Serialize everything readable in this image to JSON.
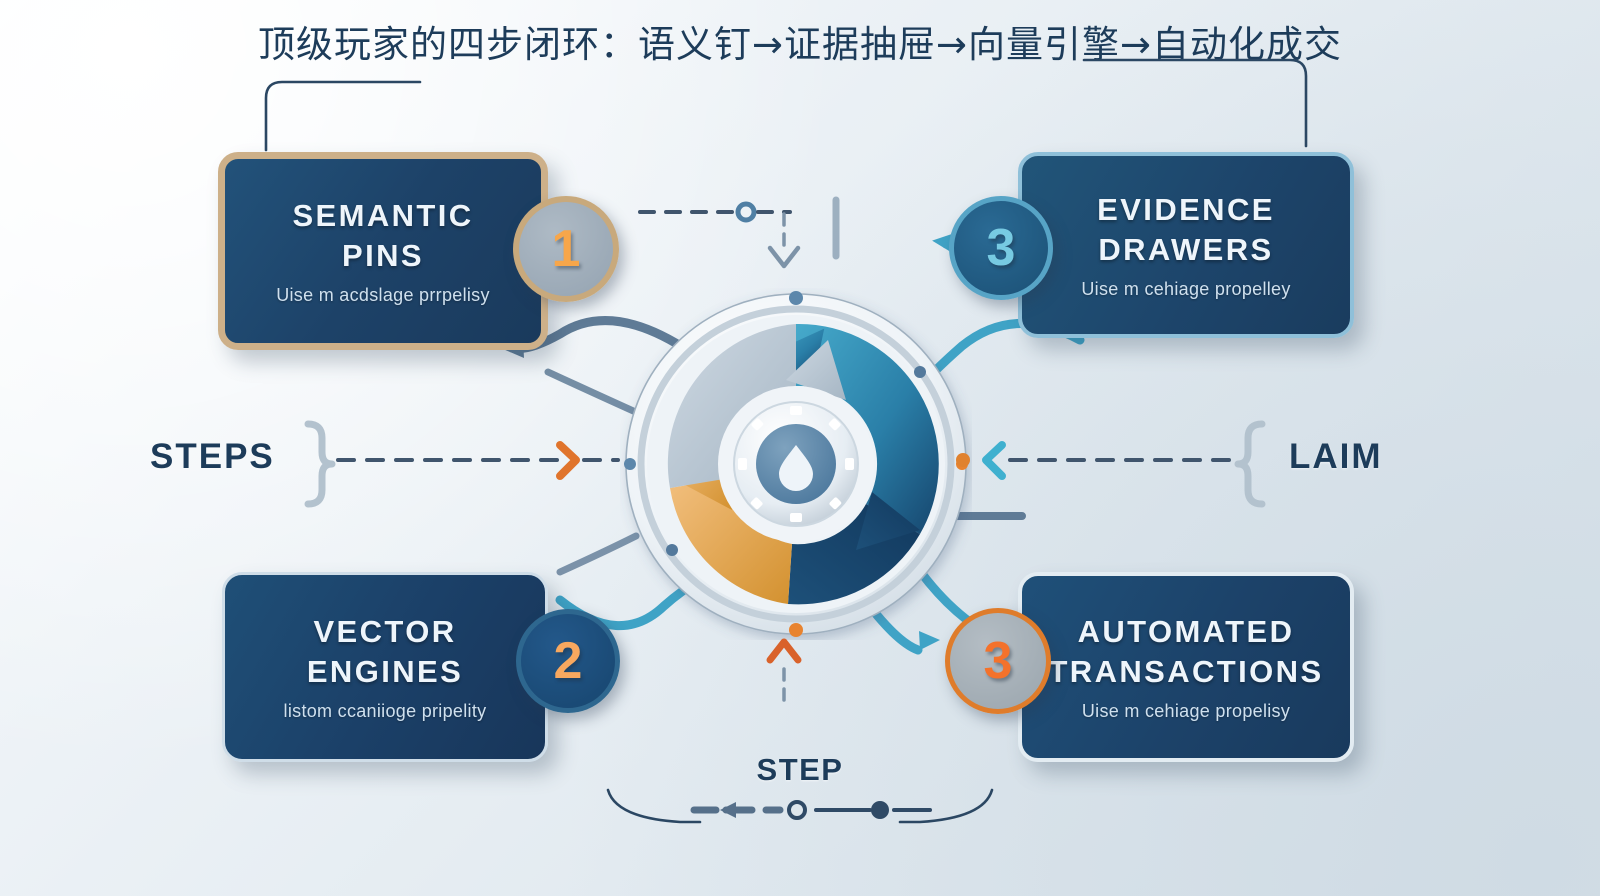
{
  "title": "顶级玩家的四步闭环：语义钉→证据抽屉→向量引擎→自动化成交",
  "colors": {
    "background_light": "#fbfdfe",
    "background_dark": "#d7e1e9",
    "card_navy": "#1d4268",
    "accent_orange": "#f4722b",
    "accent_amber": "#f4a74a",
    "accent_cyan": "#4db6d4",
    "accent_gold": "#c8a97c",
    "text_navy": "#1d3c5a",
    "hub_teal": "#2e90b8",
    "hub_navy": "#18466e",
    "hub_grey": "#b9c8d4"
  },
  "cards": [
    {
      "id": "semantic-pins",
      "title": "SEMANTIC PINS",
      "title_lines": [
        "SEMANTIC",
        "PINS"
      ],
      "subtitle": "Uise m acdslage prrpelisy",
      "badge": "1",
      "position": "top-left"
    },
    {
      "id": "vector-engines",
      "title": "VECTOR ENGINES",
      "title_lines": [
        "VECTOR",
        "ENGINES"
      ],
      "subtitle": "listom ccaniioge pripelity",
      "badge": "2",
      "position": "bottom-left"
    },
    {
      "id": "evidence-drawers",
      "title": "EVIDENCE DRAWERS",
      "title_lines": [
        "EVIDENCE",
        "DRAWERS"
      ],
      "subtitle": "Uise m cehiage propelley",
      "badge": "3",
      "position": "top-right"
    },
    {
      "id": "automated-transactions",
      "title": "AUTOMATED TRANSACTIONS",
      "title_lines": [
        "AUTOMATED",
        "TRANSACTIONS"
      ],
      "subtitle": "Uise m cehiage propelisy",
      "badge": "3",
      "position": "bottom-right"
    }
  ],
  "side_labels": {
    "left": "STEPS",
    "right": "LAIM",
    "bottom": "STEP"
  },
  "hub": {
    "icon": "droplet-icon",
    "segments": [
      {
        "name": "grey-arrow",
        "color": "#b9c8d4"
      },
      {
        "name": "teal-arrow",
        "color": "#2e90b8"
      },
      {
        "name": "navy-arrow",
        "color": "#18466e"
      },
      {
        "name": "amber-arrow",
        "color": "#e8a85a"
      }
    ]
  }
}
